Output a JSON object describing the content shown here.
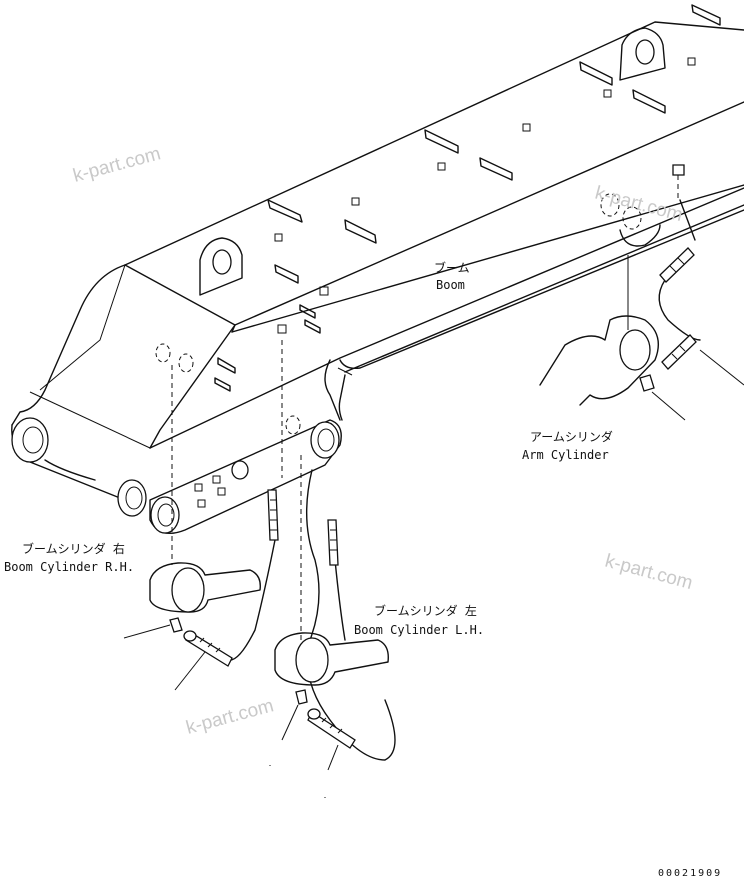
{
  "labels": {
    "boom_jp": "ブーム",
    "boom_en": "Boom",
    "arm_cyl_jp": "アームシリンダ",
    "arm_cyl_en": "Arm Cylinder",
    "boom_cyl_rh_jp": "ブームシリンダ 右",
    "boom_cyl_rh_en": "Boom Cylinder R.H.",
    "boom_cyl_lh_jp": "ブームシリンダ 左",
    "boom_cyl_lh_en": "Boom Cylinder L.H."
  },
  "watermarks": [
    "k-part.com",
    "k-part.com",
    "k-part.com",
    "k-part.com"
  ],
  "drawing_code": "00021909"
}
